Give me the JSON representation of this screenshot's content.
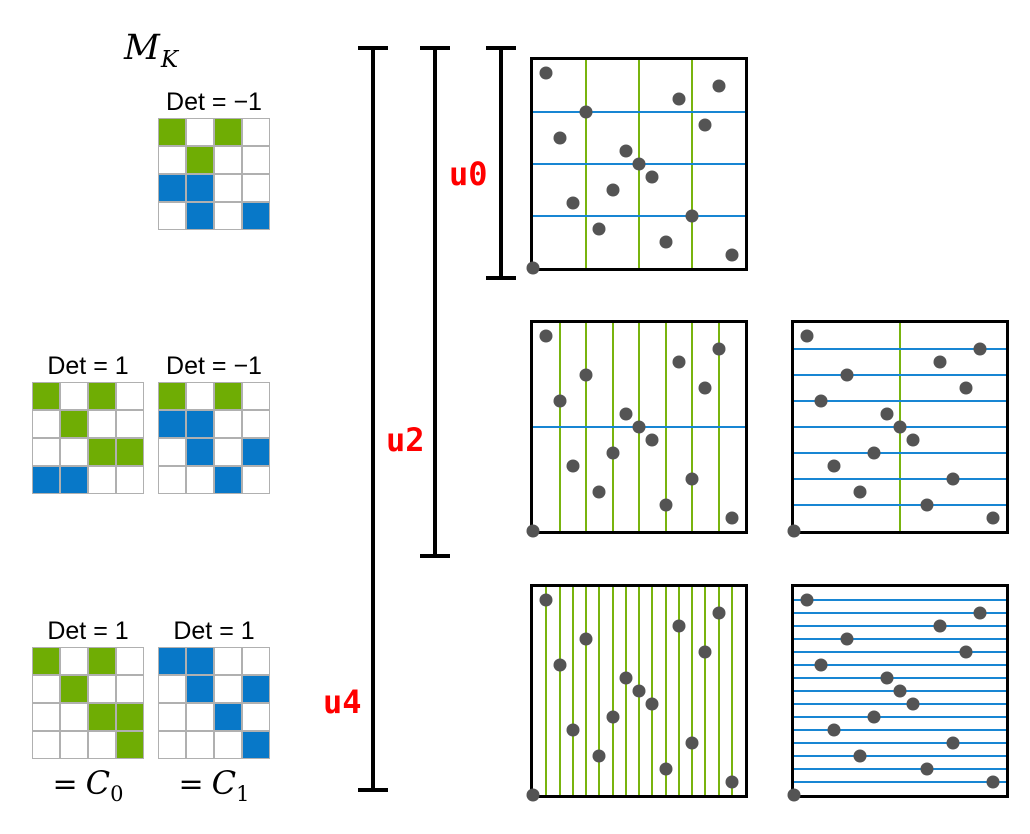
{
  "colors": {
    "matrix_green": "#6fad04",
    "matrix_blue": "#0878c8",
    "matrix_grid": "#b0b0b0",
    "line_green": "#79b40e",
    "line_blue": "#1886d3",
    "dot": "#545454",
    "label_red": "#ff0000",
    "plot_border": "#000000"
  },
  "title": {
    "base": "M",
    "sub": "K"
  },
  "matrices": [
    {
      "det": "Det = −1",
      "rows": [
        [
          "g",
          "w",
          "g",
          "w"
        ],
        [
          "w",
          "g",
          "w",
          "w"
        ],
        [
          "b",
          "b",
          "w",
          "w"
        ],
        [
          "w",
          "b",
          "w",
          "b"
        ]
      ]
    },
    {
      "det": "Det = 1",
      "rows": [
        [
          "g",
          "w",
          "g",
          "w"
        ],
        [
          "w",
          "g",
          "w",
          "w"
        ],
        [
          "w",
          "w",
          "g",
          "g"
        ],
        [
          "b",
          "b",
          "w",
          "w"
        ]
      ]
    },
    {
      "det": "Det = −1",
      "rows": [
        [
          "g",
          "w",
          "g",
          "w"
        ],
        [
          "b",
          "b",
          "w",
          "w"
        ],
        [
          "w",
          "b",
          "w",
          "b"
        ],
        [
          "w",
          "w",
          "b",
          "w"
        ]
      ]
    },
    {
      "det": "Det = 1",
      "caption": {
        "eq": "=",
        "base": "C",
        "sub": "0"
      },
      "rows": [
        [
          "g",
          "w",
          "g",
          "w"
        ],
        [
          "w",
          "g",
          "w",
          "w"
        ],
        [
          "w",
          "w",
          "g",
          "g"
        ],
        [
          "w",
          "w",
          "w",
          "g"
        ]
      ]
    },
    {
      "det": "Det = 1",
      "caption": {
        "eq": "=",
        "base": "C",
        "sub": "1"
      },
      "rows": [
        [
          "b",
          "b",
          "w",
          "w"
        ],
        [
          "w",
          "b",
          "w",
          "b"
        ],
        [
          "w",
          "w",
          "b",
          "w"
        ],
        [
          "w",
          "w",
          "w",
          "b"
        ]
      ]
    }
  ],
  "brackets": [
    {
      "label": "u0"
    },
    {
      "label": "u2"
    },
    {
      "label": "u4"
    }
  ],
  "chart_data": {
    "type": "scatter",
    "xlim": [
      0,
      1
    ],
    "ylim": [
      0,
      1
    ],
    "points": [
      [
        0.0,
        0.0
      ],
      [
        0.5,
        0.5
      ],
      [
        0.25,
        0.75
      ],
      [
        0.75,
        0.25
      ],
      [
        0.625,
        0.125
      ],
      [
        0.125,
        0.625
      ],
      [
        0.875,
        0.875
      ],
      [
        0.375,
        0.375
      ],
      [
        0.1875,
        0.3125
      ],
      [
        0.6875,
        0.8125
      ],
      [
        0.4375,
        0.5625
      ],
      [
        0.9375,
        0.0625
      ],
      [
        0.5625,
        0.4375
      ],
      [
        0.0625,
        0.9375
      ],
      [
        0.8125,
        0.6875
      ],
      [
        0.3125,
        0.1875
      ]
    ],
    "plots": [
      {
        "id": "u0",
        "x_parts": 4,
        "y_parts": 4
      },
      {
        "id": "u2-left",
        "x_parts": 8,
        "y_parts": 2
      },
      {
        "id": "u2-right",
        "x_parts": 2,
        "y_parts": 8
      },
      {
        "id": "u4-left",
        "x_parts": 16,
        "y_parts": 1
      },
      {
        "id": "u4-right",
        "x_parts": 1,
        "y_parts": 16
      }
    ]
  }
}
